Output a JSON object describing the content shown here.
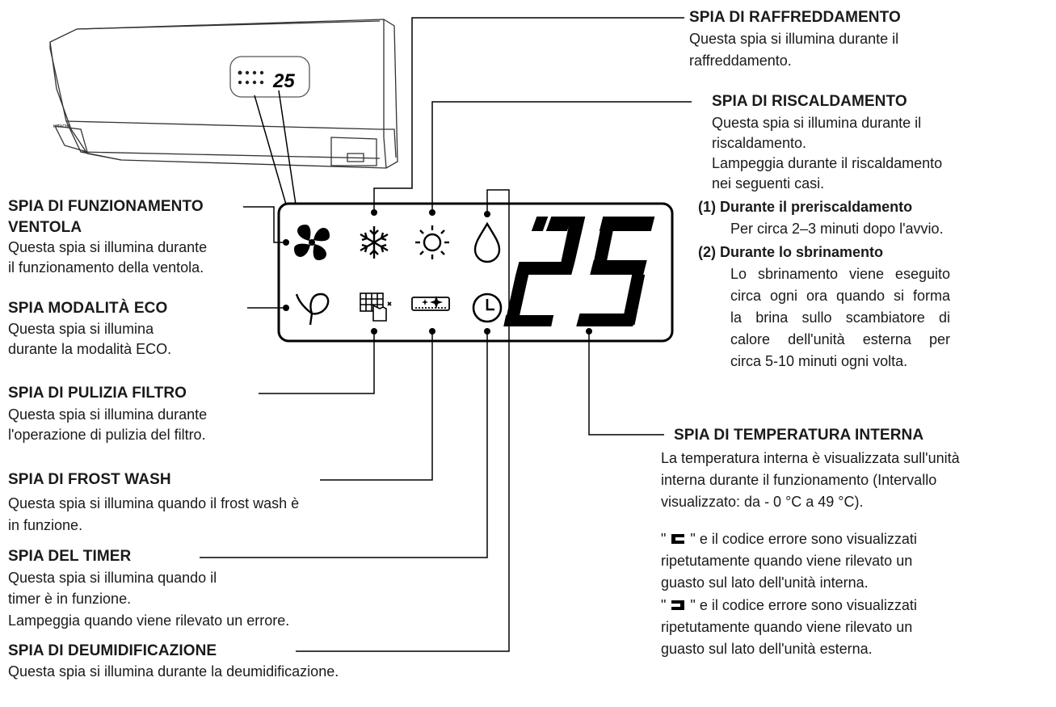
{
  "unit": {
    "brand": "HITACHI",
    "mini_display": "25"
  },
  "display": {
    "temperature": "25"
  },
  "left": {
    "fan": {
      "title_line1": "SPIA DI FUNZIONAMENTO",
      "title_line2": "VENTOLA",
      "desc_line1": "Questa spia si illumina durante",
      "desc_line2": "il funzionamento della ventola."
    },
    "eco": {
      "title": "SPIA MODALITÀ ECO",
      "desc_line1": "Questa spia si illumina",
      "desc_line2": "durante la modalità ECO."
    },
    "filter": {
      "title": "SPIA DI PULIZIA FILTRO",
      "desc_line1": "Questa spia si illumina durante",
      "desc_line2": "l'operazione di pulizia del filtro."
    },
    "frost": {
      "title": "SPIA DI FROST WASH",
      "desc_line1": "Questa spia si illumina quando il frost wash è",
      "desc_line2": "in funzione."
    },
    "timer": {
      "title": "SPIA DEL TIMER",
      "desc_line1": "Questa spia si illumina quando il",
      "desc_line2": "timer è in funzione.",
      "desc_line3": "Lampeggia quando viene rilevato un errore."
    },
    "dehum": {
      "title": "SPIA DI DEUMIDIFICAZIONE",
      "desc_line1": "Questa spia si illumina durante la deumidificazione."
    }
  },
  "right": {
    "cool": {
      "title": "SPIA DI RAFFREDDAMENTO",
      "desc_line1": "Questa spia si illumina durante il",
      "desc_line2": "raffreddamento."
    },
    "heat": {
      "title": "SPIA DI RISCALDAMENTO",
      "desc_line1": "Questa spia si illumina durante il",
      "desc_line2": "riscaldamento.",
      "desc_line3": "Lampeggia durante il riscaldamento",
      "desc_line4": "nei seguenti casi.",
      "case1_title": "(1) Durante il preriscaldamento",
      "case1_text": "Per circa 2–3 minuti dopo l'avvio.",
      "case2_title": "(2) Durante lo sbrinamento",
      "case2_l1": "Lo sbrinamento viene eseguito",
      "case2_l2": "circa ogni ora quando si forma",
      "case2_l3": "la brina sullo scambiatore di",
      "case2_l4": "calore dell'unità esterna per",
      "case2_l5": "circa 5-10 minuti ogni volta."
    },
    "temp": {
      "title": "SPIA DI TEMPERATURA INTERNA",
      "desc_line1": "La temperatura interna è visualizzata sull'unità",
      "desc_line2": "interna durante il funzionamento (Intervallo",
      "desc_line3": "visualizzato: da - 0 °C a 49 °C).",
      "err_indoor_l1a": "\"",
      "err_indoor_l1b": "\" e il codice errore sono visualizzati",
      "err_indoor_l2": "ripetutamente quando viene rilevato un",
      "err_indoor_l3": "guasto sul lato dell'unità interna.",
      "err_outdoor_l1a": "\"",
      "err_outdoor_l1b": "\" e il codice errore sono visualizzati",
      "err_outdoor_l2": "ripetutamente quando viene rilevato un",
      "err_outdoor_l3": "guasto sul lato dell'unità esterna."
    }
  }
}
